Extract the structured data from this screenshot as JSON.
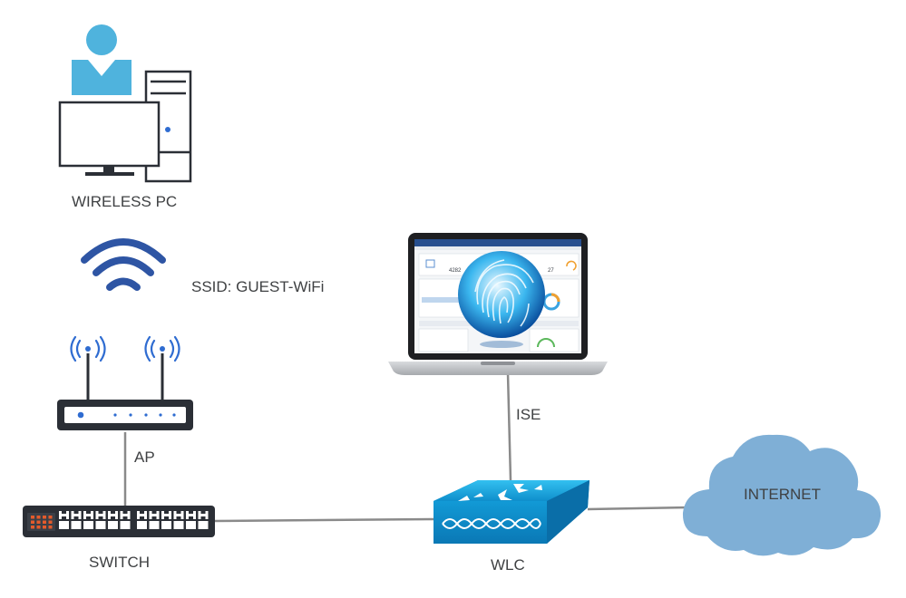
{
  "labels": {
    "wireless_pc": "WIRELESS PC",
    "ssid": "SSID: GUEST-WiFi",
    "ap": "AP",
    "switch": "SWITCH",
    "ise": "ISE",
    "wlc": "WLC",
    "internet": "INTERNET"
  },
  "ise_screen": {
    "stat_1": "4282",
    "stat_2": "27"
  },
  "colors": {
    "link": "#8a8a8a",
    "device_dark": "#2b2f36",
    "accent_blue": "#2f6cd1",
    "wifi_blue": "#2e55a4",
    "pc_blue": "#4fb3dd",
    "cloud_blue": "#7fafd6",
    "wlc_blue": "#1ea4dc",
    "switch_orange": "#e45a2b"
  }
}
